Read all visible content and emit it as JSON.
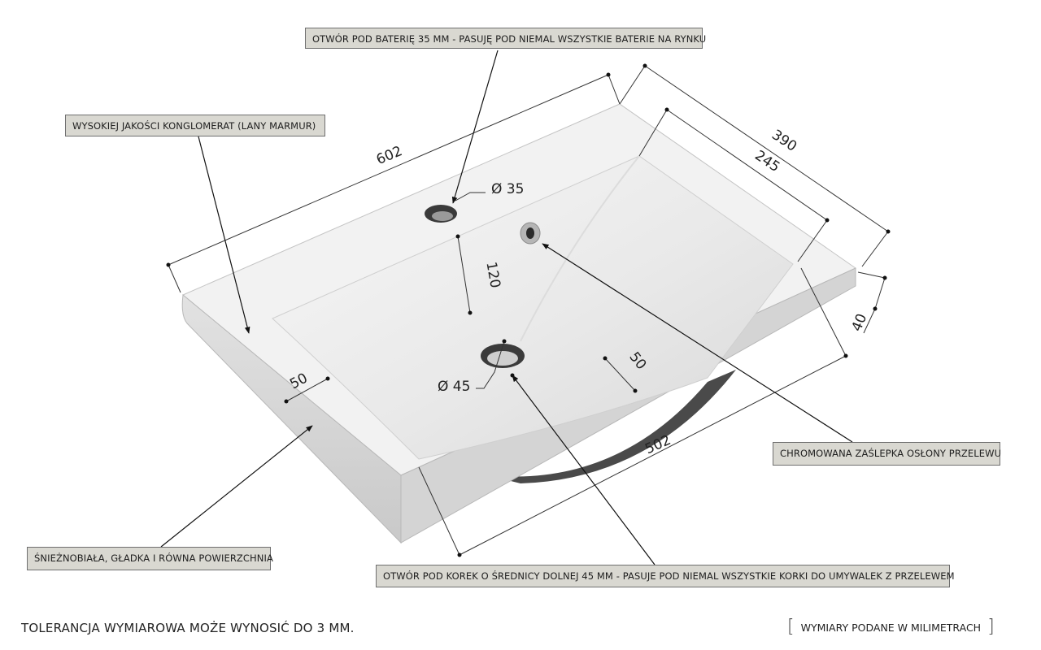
{
  "callouts": {
    "bateria": "OTWÓR POD BATERIĘ 35 MM - PASUJĘ POD NIEMAL WSZYSTKIE BATERIE NA RYNKU",
    "konglomerat": "WYSOKIEJ JAKOŚCI KONGLOMERAT (LANY MARMUR)",
    "zaslepka": "CHROMOWANA ZAŚLEPKA OSŁONY PRZELEWU",
    "powierzchnia": "ŚNIEŻNOBIAŁA, GŁADKA I RÓWNA POWIERZCHNIA",
    "korek": "OTWÓR POD KOREK O ŚREDNICY DOLNEJ 45 MM - PASUJE POD NIEMAL WSZYSTKIE KORKI DO UMYWALEK Z PRZELEWEM"
  },
  "dimensions": {
    "length": "602",
    "depth": "390",
    "basin_depth": "245",
    "tap_hole_dia": "Ø 35",
    "tap_offset": "120",
    "height": "40",
    "drain_dia": "Ø 45",
    "rim_left": "50",
    "rim_right": "50",
    "basin_length": "502"
  },
  "footer": {
    "tolerance": "TOLERANCJA WYMIAROWA MOŻE WYNOSIĆ DO 3 MM.",
    "units": "WYMIARY PODANE W MILIMETRACH",
    "bracket_open": "[",
    "bracket_close": "]"
  }
}
